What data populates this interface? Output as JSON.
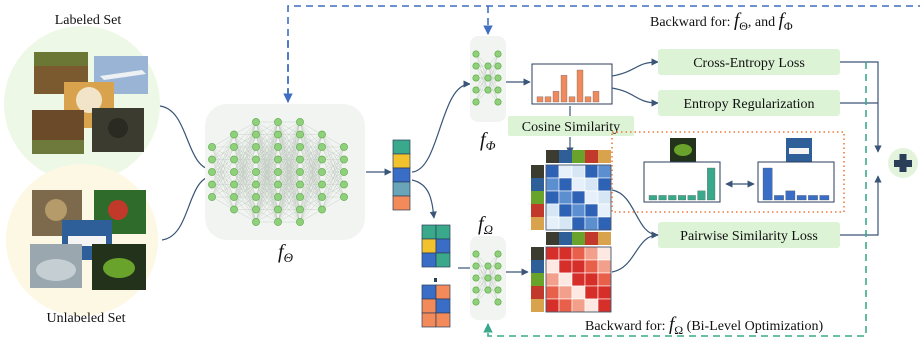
{
  "labeled_set": {
    "title": "Labeled Set",
    "images": [
      {
        "icon": "deer-photo",
        "color": "#7a5a2e"
      },
      {
        "icon": "airplane-photo",
        "color": "#9ab4d6"
      },
      {
        "icon": "dog-photo",
        "color": "#d9a24d"
      },
      {
        "icon": "horse-photo",
        "color": "#6b4a2a"
      },
      {
        "icon": "cat-photo",
        "color": "#3b3b30"
      }
    ]
  },
  "unlabeled_set": {
    "title": "Unlabeled Set",
    "images": [
      {
        "icon": "terrier-photo",
        "color": "#7d6a4c"
      },
      {
        "icon": "bird-photo",
        "color": "#c0392b"
      },
      {
        "icon": "ship-photo",
        "color": "#2f5f98"
      },
      {
        "icon": "car-photo",
        "color": "#9aa7ae"
      },
      {
        "icon": "frog-photo",
        "color": "#6aa32c"
      }
    ]
  },
  "encoder": {
    "label_main": "f",
    "label_sub": "Θ"
  },
  "classifier_head": {
    "label_main": "f",
    "label_sub": "Φ"
  },
  "similarity_head": {
    "label_main": "f",
    "label_sub": "Ω"
  },
  "losses": {
    "cross_entropy": "Cross-Entropy Loss",
    "entropy_reg": "Entropy Regularization",
    "pairwise": "Pairwise Similarity Loss",
    "cosine": "Cosine Similarity"
  },
  "backward_top": {
    "prefix": "Backward for: ",
    "f1": "Θ",
    "sep": ", and ",
    "f2": "Φ"
  },
  "backward_bottom": {
    "prefix": "Backward for: ",
    "f": "Ω",
    "suffix": " (Bi-Level Optimization)"
  },
  "colors": {
    "node": "#8fd07a",
    "node_stroke": "#5aa646",
    "loss_box": "#dcf3d6",
    "arrow": "#3a5577",
    "backward_blue": "#3f6fc0",
    "backward_green": "#3aa88a",
    "highlight_dotted": "#ef7a3d",
    "labeled_halo": "#eef8e6",
    "unlabeled_halo": "#fdf8e4"
  },
  "feature_vector_colors": [
    "#3aa88a",
    "#f2c12e",
    "#3a6dc6",
    "#6aa4b8",
    "#f28a5a"
  ],
  "histogram_top": [
    1,
    1,
    2,
    5,
    1,
    6,
    1,
    2,
    0
  ],
  "histogram_left": [
    1,
    1,
    1,
    1,
    1,
    2,
    7
  ],
  "histogram_right": [
    7,
    1,
    2,
    1,
    1,
    1
  ],
  "plus_icon": "plus-icon"
}
